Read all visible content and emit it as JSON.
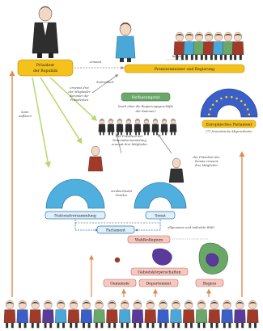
{
  "president_box": {
    "line1": "Präsident",
    "line2": "der Republik"
  },
  "premier_box": "Premierminister und Regierung",
  "ministers_box": "Verfassungsrat",
  "ministers_note1": "(nach oben die Regierungsgeschäfte",
  "ministers_note2": "der Kammer)",
  "europe_box": "Europäisches Parlament",
  "europe_note": "(71 französische Abgeordnete)",
  "assembly_box": "Nationalversammlung",
  "senate_box": "Senat",
  "parliament_box": "Parlament",
  "electors_box": "Wahlkollegium",
  "general_councils_box": "Gebietskörperschaften",
  "communes_box": "Gemeinde",
  "departments_box": "Departement",
  "regions_box": "Region",
  "arrow_ernennt": "ernennt",
  "arrow_bildet": "bildet",
  "note_pres_appoint": "ernennt drei",
  "note_pres_appoint2": "der Mitglieder",
  "note_pres_appoint3": "darunter der",
  "note_pres_appoint4": "Präsidenten",
  "note_aufloesen": "kann",
  "note_aufloesen2": "auflösen",
  "note_kontrolle": "kontrolliert",
  "note_assembly_president1": "der Präsident der",
  "note_assembly_president2": "Nationalversammlung",
  "note_assembly_president3": "ernennt drei Mitglieder",
  "note_senate_president1": "der Präsident des",
  "note_senate_president2": "Senats ernennt",
  "note_senate_president3": "drei Mitglieder",
  "note_laws1": "verabschiedet",
  "note_laws2": "Gesetze",
  "note_vote": "allgemeine und indirekte Wahl",
  "colors": {
    "yellow": "#f4c21a",
    "blue_dome": "#4fb0e0",
    "green_box": "#6aa86a",
    "pink_box": "#f6c8c0",
    "arrow_orange": "#e08a4a",
    "arrow_green": "#a8cf6a",
    "arrow_blue": "#3a74c0",
    "purple": "#5a3a9a"
  }
}
